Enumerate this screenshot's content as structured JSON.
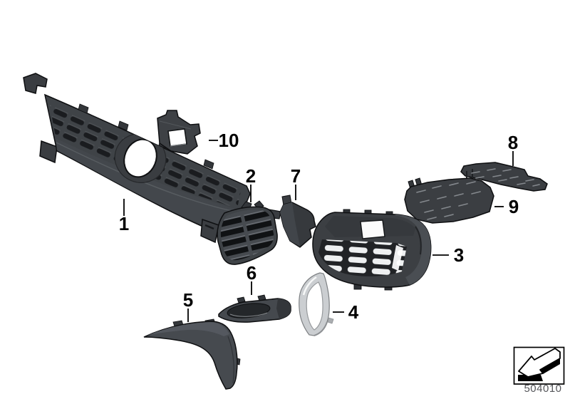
{
  "diagram": {
    "kind": "exploded-parts-diagram",
    "background": "#ffffff"
  },
  "callouts": [
    {
      "label": "1"
    },
    {
      "label": "2"
    },
    {
      "label": "3"
    },
    {
      "label": "4"
    },
    {
      "label": "5"
    },
    {
      "label": "6"
    },
    {
      "label": "7"
    },
    {
      "label": "8"
    },
    {
      "label": "9"
    },
    {
      "label": "10"
    }
  ],
  "footer": {
    "code": "504010",
    "icon": "diagonal-arrow-down-left-icon"
  },
  "colors": {
    "part_body": "#3e4145",
    "part_mid": "#464a4f",
    "part_highlight": "#55595e",
    "slot_dark": "#17191c",
    "mesh_hole_light": "#eef0f1",
    "chrome_trim": "#cbced1",
    "outline": "#0e0f11",
    "callout_text": "#000000",
    "leader_line": "#000000",
    "footer_text": "#55565a"
  }
}
